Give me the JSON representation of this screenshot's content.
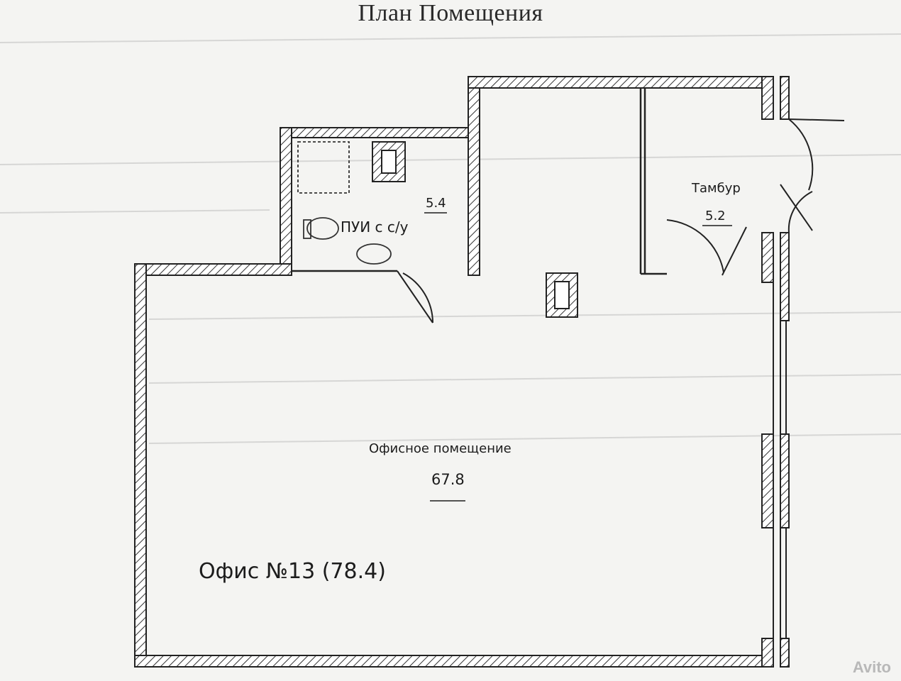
{
  "title": "План Помещения",
  "rooms": {
    "wc_name": "ПУИ с с/у",
    "wc_area": "5.4",
    "vestibule_name": "Тамбур",
    "vestibule_area": "5.2",
    "office_name": "Офисное помещение",
    "office_area": "67.8"
  },
  "unit_label": "Офис №13  (78.4)",
  "watermark": "Avito",
  "colors": {
    "background": "#f4f4f2",
    "wall_line": "#222222",
    "hatch": "#333333"
  }
}
